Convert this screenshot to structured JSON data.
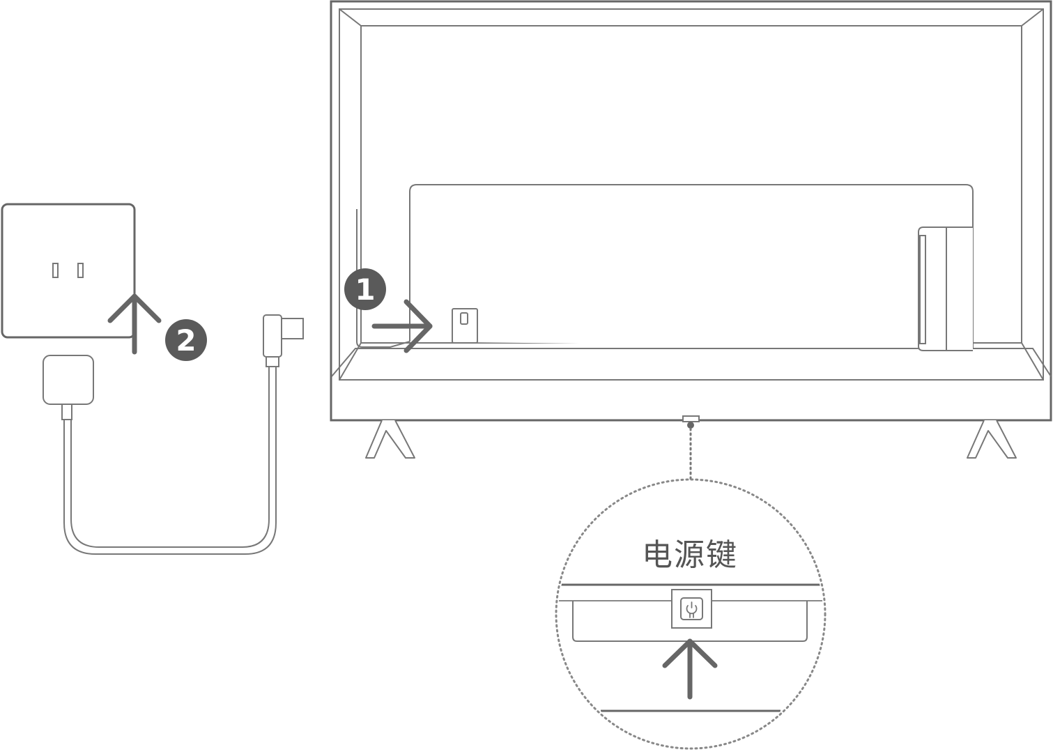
{
  "diagram": {
    "callout": {
      "label": "电源键"
    },
    "steps": [
      {
        "number": "1"
      },
      {
        "number": "2"
      }
    ],
    "colors": {
      "line": "#666666",
      "thin_line": "#777777",
      "step_fill": "#5a5a5a",
      "arrow": "#666666"
    }
  }
}
